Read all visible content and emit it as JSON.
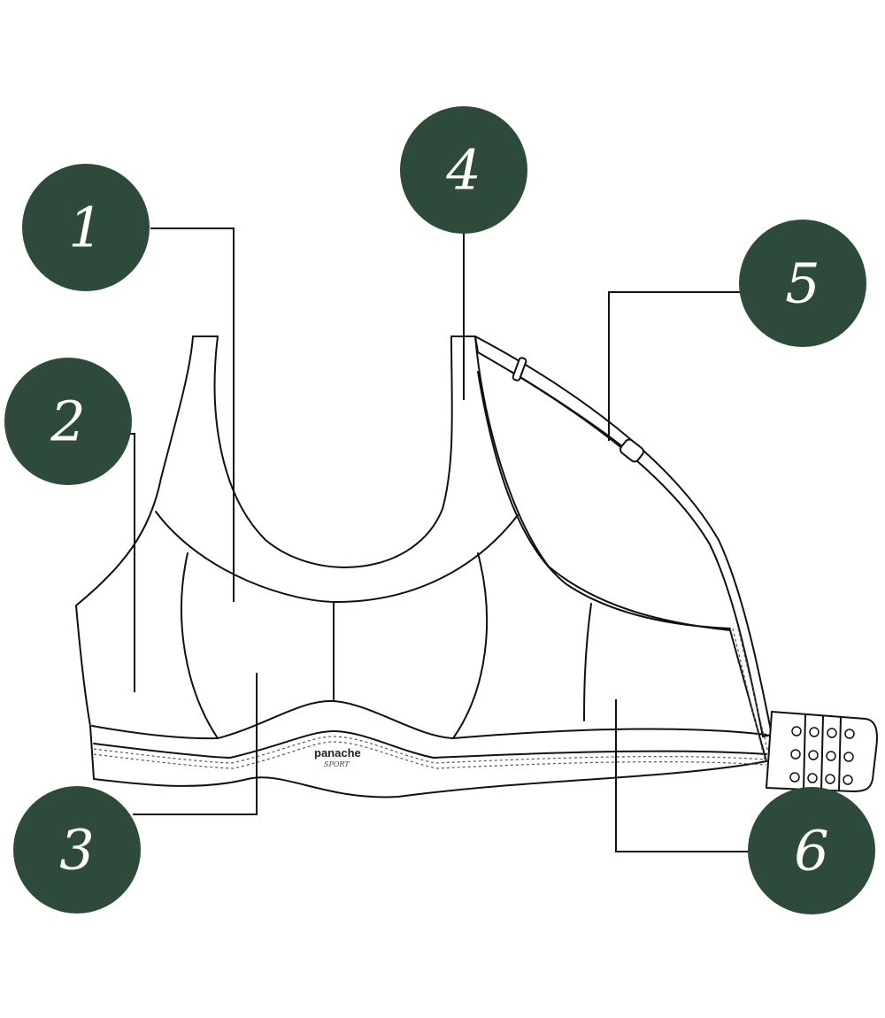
{
  "diagram": {
    "brand": "panache",
    "brand_sub": "SPORT",
    "callouts": [
      {
        "id": "1",
        "label": "1"
      },
      {
        "id": "2",
        "label": "2"
      },
      {
        "id": "3",
        "label": "3"
      },
      {
        "id": "4",
        "label": "4"
      },
      {
        "id": "5",
        "label": "5"
      },
      {
        "id": "6",
        "label": "6"
      }
    ],
    "colors": {
      "callout_fill": "#2d4a3a",
      "callout_text": "#ffffff",
      "line": "#111111",
      "background": "#ffffff"
    }
  }
}
